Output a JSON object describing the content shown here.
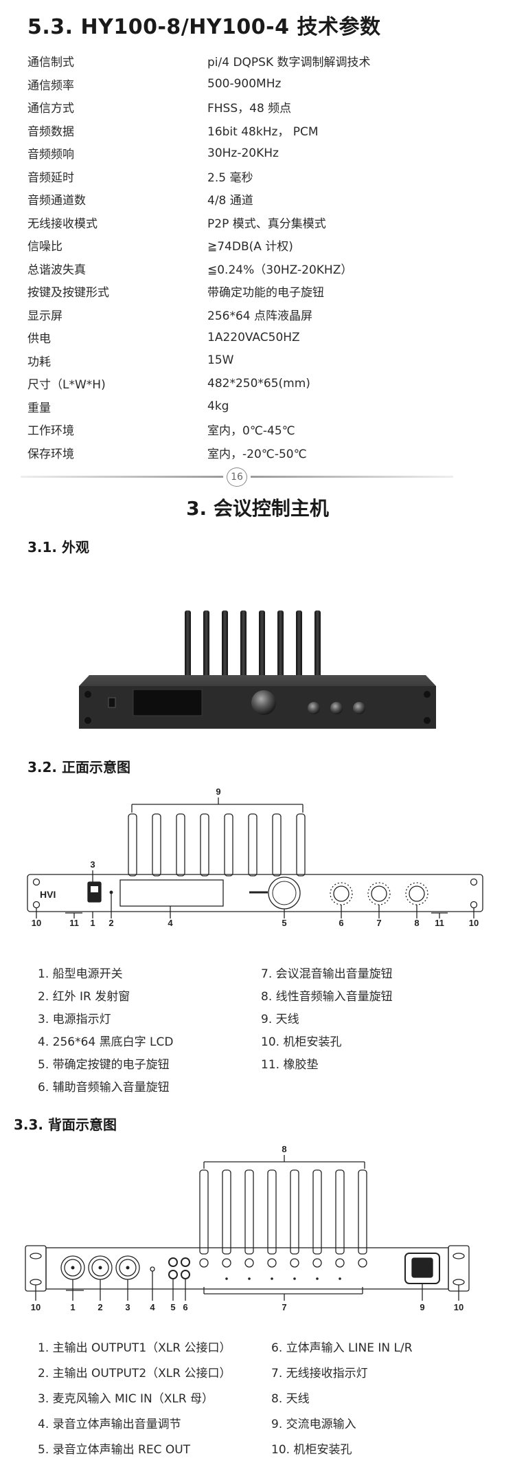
{
  "spec_section": {
    "title": "5.3. HY100-8/HY100-4 技术参数",
    "rows": [
      {
        "label": "通信制式",
        "value": "pi/4 DQPSK 数字调制解调技术"
      },
      {
        "label": "通信频率",
        "value": "500-900MHz"
      },
      {
        "label": "通信方式",
        "value": "FHSS，48 频点"
      },
      {
        "label": "音频数据",
        "value": "16bit 48kHz， PCM"
      },
      {
        "label": "音频频响",
        "value": "30Hz-20KHz"
      },
      {
        "label": "音频延时",
        "value": "2.5 毫秒"
      },
      {
        "label": "音频通道数",
        "value": "4/8 通道"
      },
      {
        "label": "无线接收模式",
        "value": "P2P 模式、真分集模式"
      },
      {
        "label": "信噪比",
        "value": "≧74DB(A 计权)"
      },
      {
        "label": "总谐波失真",
        "value": "≦0.24%（30HZ-20KHZ）"
      },
      {
        "label": "按键及按键形式",
        "value": "带确定功能的电子旋钮"
      },
      {
        "label": "显示屏",
        "value": "256*64 点阵液晶屏"
      },
      {
        "label": "供电",
        "value": "1A220VAC50HZ"
      },
      {
        "label": "功耗",
        "value": "15W"
      },
      {
        "label": "尺寸（L*W*H)",
        "value": "482*250*65(mm)"
      },
      {
        "label": "重量",
        "value": "4kg"
      },
      {
        "label": "工作环境",
        "value": "室内，0℃-45℃"
      },
      {
        "label": "保存环境",
        "value": "室内，-20℃-50℃"
      }
    ]
  },
  "page_number": "16",
  "chapter_title": "3. 会议控制主机",
  "sections": {
    "appearance": "3.1. 外观",
    "front": "3.2. 正面示意图",
    "back": "3.3. 背面示意图"
  },
  "front_diagram": {
    "device_logo": "HVI",
    "callouts": [
      "1",
      "2",
      "3",
      "4",
      "5",
      "6",
      "7",
      "8",
      "9",
      "10",
      "11"
    ],
    "legend_left": [
      "1.  船型电源开关",
      "2.  红外 IR 发射窗",
      "3.  电源指示灯",
      "4.  256*64  黑底白字 LCD",
      "5.  带确定按键的电子旋钮",
      "6.  辅助音频输入音量旋钮"
    ],
    "legend_right": [
      "7.  会议混音输出音量旋钮",
      "8.  线性音频输入音量旋钮",
      "9.  天线",
      "10. 机柜安装孔",
      "11. 橡胶垫"
    ]
  },
  "back_diagram": {
    "callouts": [
      "1",
      "2",
      "3",
      "4",
      "5",
      "6",
      "7",
      "8",
      "9",
      "10"
    ],
    "legend_left": [
      "1.  主输出 OUTPUT1（XLR 公接口）",
      "2.  主输出 OUTPUT2（XLR 公接口）",
      "3.  麦克风输入 MIC IN（XLR 母）",
      "4.  录音立体声输出音量调节",
      "5.  录音立体声输出 REC OUT"
    ],
    "legend_right": [
      "6.  立体声输入 LINE IN L/R",
      "7.  无线接收指示灯",
      "8.  天线",
      "9.  交流电源输入",
      "10. 机柜安装孔"
    ]
  }
}
